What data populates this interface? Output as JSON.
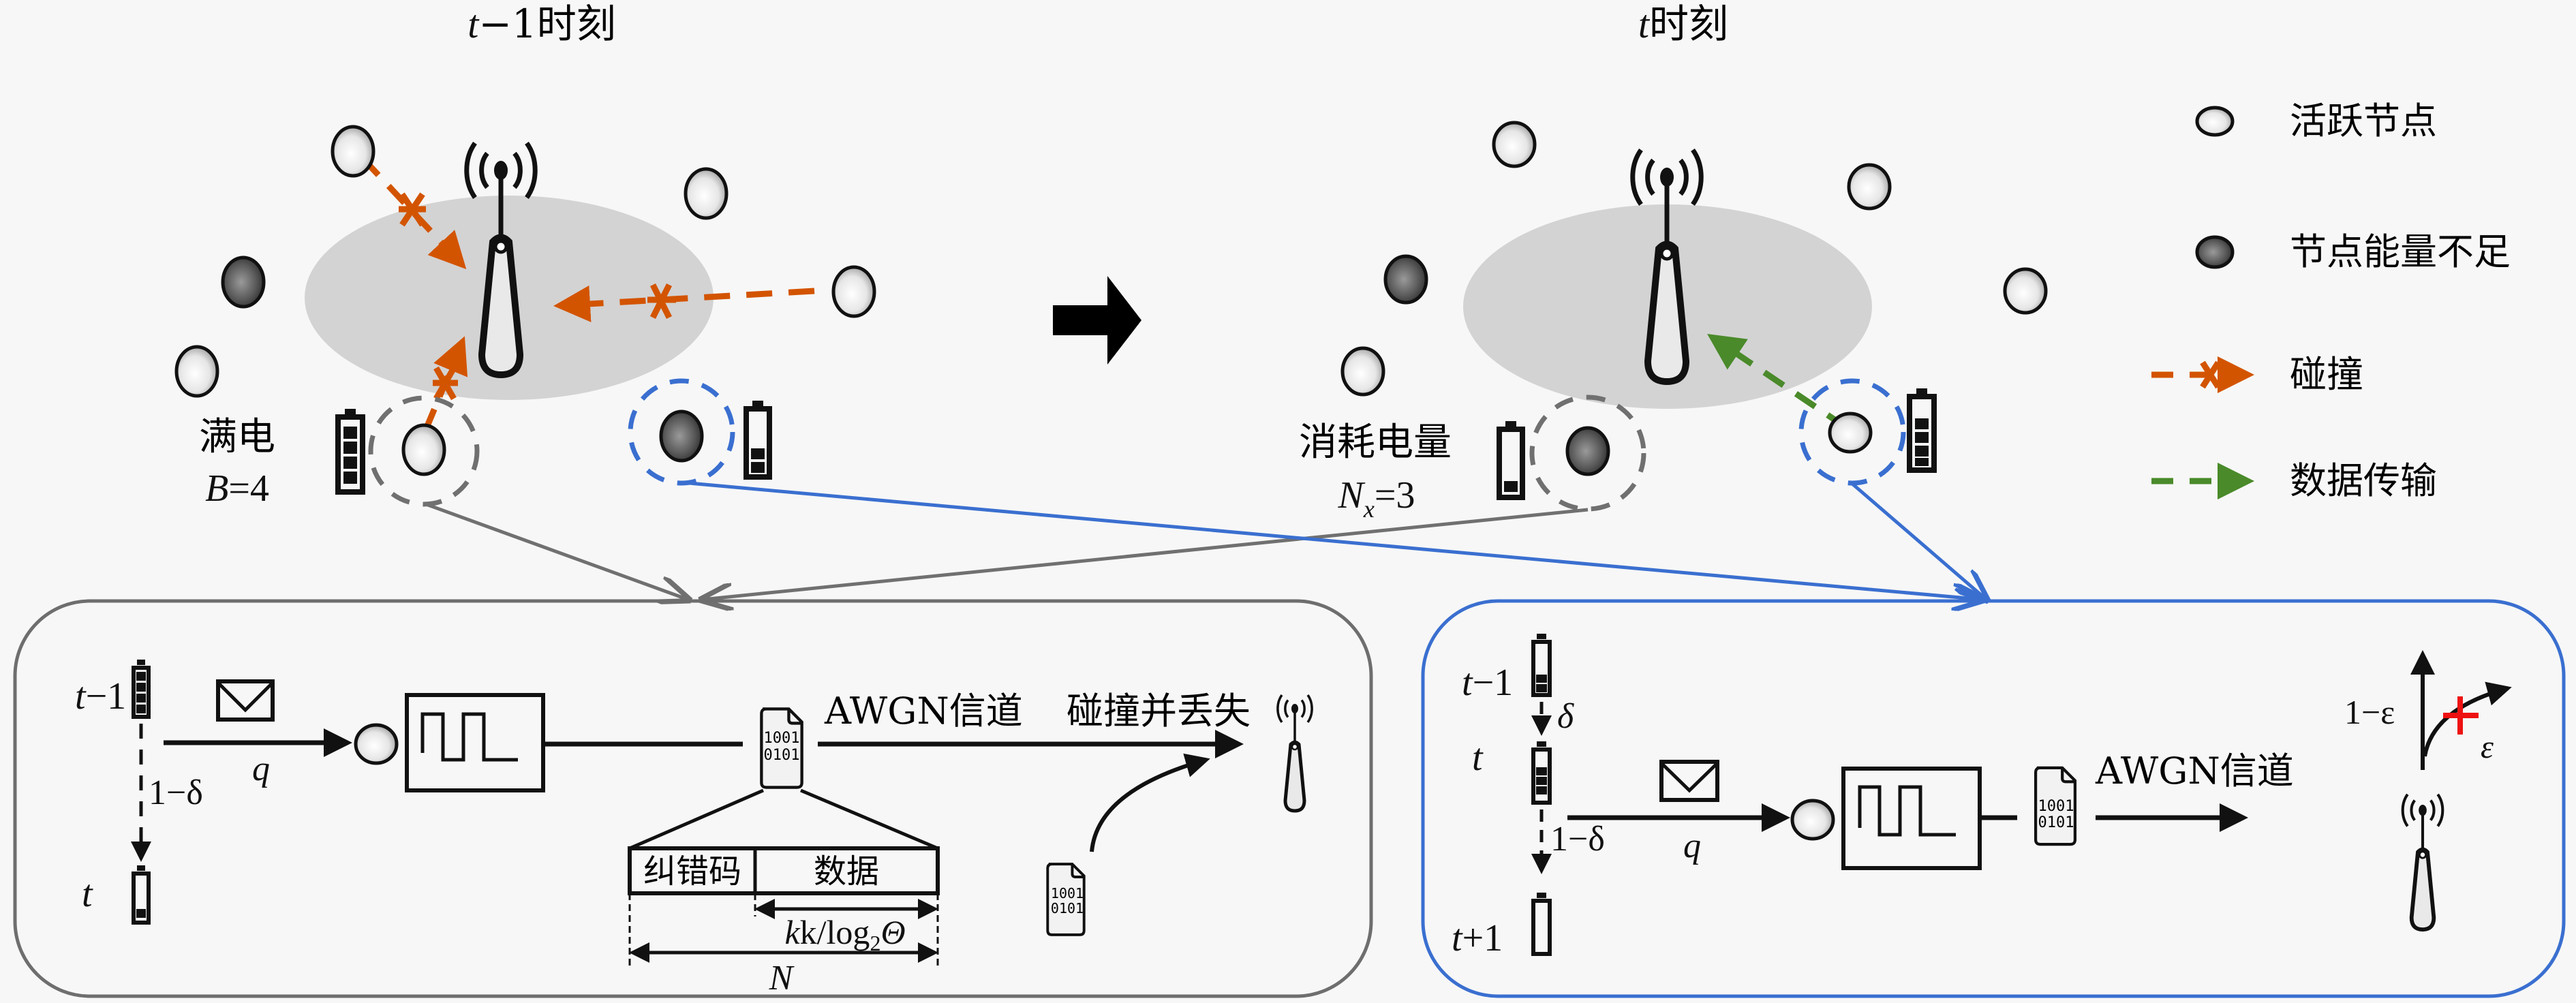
{
  "scenes": {
    "left": {
      "title_var": "t",
      "title_rest": "−1时刻",
      "battery_label": "满电",
      "battery_formula_var": "B",
      "battery_formula_rest": "=4"
    },
    "right": {
      "title_var": "t",
      "title_rest": "时刻",
      "battery_label": "消耗电量",
      "battery_formula_var": "N",
      "battery_formula_sub": "x",
      "battery_formula_rest": "=3"
    }
  },
  "legend": {
    "items": [
      {
        "icon": "active-node-icon",
        "label": "活跃节点"
      },
      {
        "icon": "low-energy-node-icon",
        "label": "节点能量不足"
      },
      {
        "icon": "collision-arrow-icon",
        "label": "碰撞"
      },
      {
        "icon": "data-transmission-arrow-icon",
        "label": "数据传输"
      }
    ]
  },
  "colors": {
    "collision": "#d35400",
    "transmission": "#4a8a2a",
    "gray_link": "#707070",
    "blue_link": "#3a6fd0",
    "coverage": "#d3d3d3",
    "error_mark": "#ee1111"
  },
  "panel_collision": {
    "state_prev": {
      "var": "t",
      "rest": "−1"
    },
    "state_next": {
      "var": "t"
    },
    "prob_send": "q",
    "prob_stay": "1−δ",
    "channel_label": "AWGN信道",
    "outcome_label": "碰撞并丢失",
    "packet_bits_top": "1001",
    "packet_bits_bottom": "0101",
    "fields": [
      {
        "label": "纠错码"
      },
      {
        "label": "数据"
      }
    ],
    "data_len_label": "k/log",
    "data_len_sub": "2",
    "data_len_tail": "Θ",
    "total_len_label": "N"
  },
  "panel_success": {
    "state_prev": {
      "var": "t",
      "rest": "−1"
    },
    "state_cur": {
      "var": "t"
    },
    "state_next": {
      "var": "t",
      "rest": "+1"
    },
    "prob_recharge": "δ",
    "prob_send": "q",
    "prob_stay": "1−δ",
    "channel_label": "AWGN信道",
    "prob_success": "1−ε",
    "prob_fail": "ε",
    "packet_bits_top": "1001",
    "packet_bits_bottom": "0101"
  }
}
